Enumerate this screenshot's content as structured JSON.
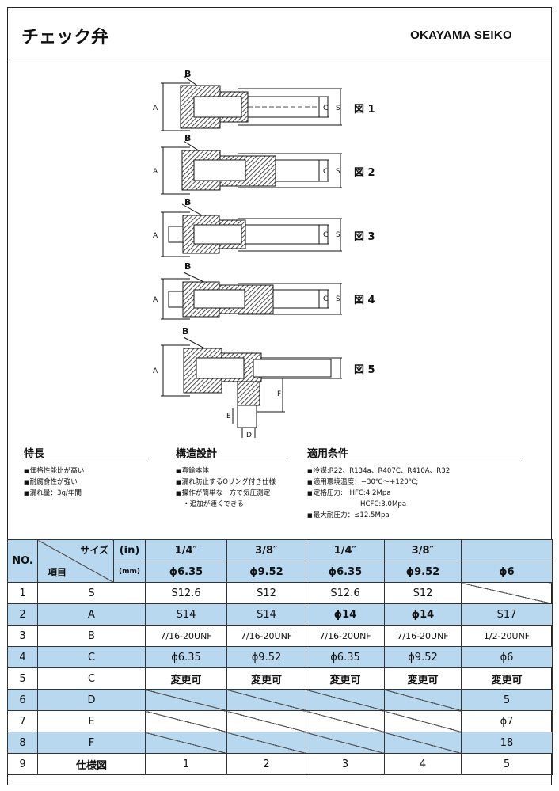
{
  "header": {
    "title": "チェック弁",
    "brand": "OKAYAMA SEIKO"
  },
  "figures": {
    "labels": [
      "図 1",
      "図 2",
      "図 3",
      "図 4",
      "図 5"
    ],
    "dim_letters": {
      "A": "A",
      "B": "B",
      "C": "C",
      "S": "S",
      "D": "D",
      "E": "E",
      "F": "F"
    }
  },
  "features": {
    "title": "特長",
    "items": [
      "価格性能比が高い",
      "耐腐食性が強い",
      "漏れ量：3g/年間"
    ]
  },
  "design": {
    "title": "構造設計",
    "items": [
      "真鍮本体",
      "漏れ防止するOリング付き仕様",
      "操作が簡単な一方で気圧測定"
    ],
    "cont": "・追加が速くできる"
  },
  "conditions": {
    "title": "適用条件",
    "items": [
      "冷媒:R22、R134a、R407C、R410A、R32",
      "適用環境温度：−30℃〜+120℃;",
      "定格圧力:　HFC:4.2Mpa"
    ],
    "cont": "HCFC:3.0Mpa",
    "last": "最大耐圧力：≤12.5Mpa"
  },
  "table": {
    "no_header": "NO.",
    "size_label": "サイズ",
    "item_label": "項目",
    "unit_in": "(in)",
    "unit_mm": "(mm)",
    "inch_sizes": [
      "1/4″",
      "3/8″",
      "1/4″",
      "3/8″",
      ""
    ],
    "mm_sizes": [
      "ϕ6.35",
      "ϕ9.52",
      "ϕ6.35",
      "ϕ9.52",
      "ϕ6"
    ],
    "rows": [
      {
        "no": "1",
        "item": "S",
        "values": [
          "S12.6",
          "S12",
          "S12.6",
          "S12",
          null
        ]
      },
      {
        "no": "2",
        "item": "A",
        "values": [
          "S14",
          "S14",
          "ϕ14",
          "ϕ14",
          "S17"
        ]
      },
      {
        "no": "3",
        "item": "B",
        "values": [
          "7/16-20UNF",
          "7/16-20UNF",
          "7/16-20UNF",
          "7/16-20UNF",
          "1/2-20UNF"
        ]
      },
      {
        "no": "4",
        "item": "C",
        "values": [
          "ϕ6.35",
          "ϕ9.52",
          "ϕ6.35",
          "ϕ9.52",
          "ϕ6"
        ]
      },
      {
        "no": "5",
        "item": "C",
        "values": [
          "変更可",
          "変更可",
          "変更可",
          "変更可",
          "変更可"
        ]
      },
      {
        "no": "6",
        "item": "D",
        "values": [
          null,
          null,
          null,
          null,
          "5"
        ]
      },
      {
        "no": "7",
        "item": "E",
        "values": [
          null,
          null,
          null,
          null,
          "ϕ7"
        ]
      },
      {
        "no": "8",
        "item": "F",
        "values": [
          null,
          null,
          null,
          null,
          "18"
        ]
      },
      {
        "no": "9",
        "item": "仕様図",
        "values": [
          "1",
          "2",
          "3",
          "4",
          "5"
        ]
      }
    ]
  }
}
